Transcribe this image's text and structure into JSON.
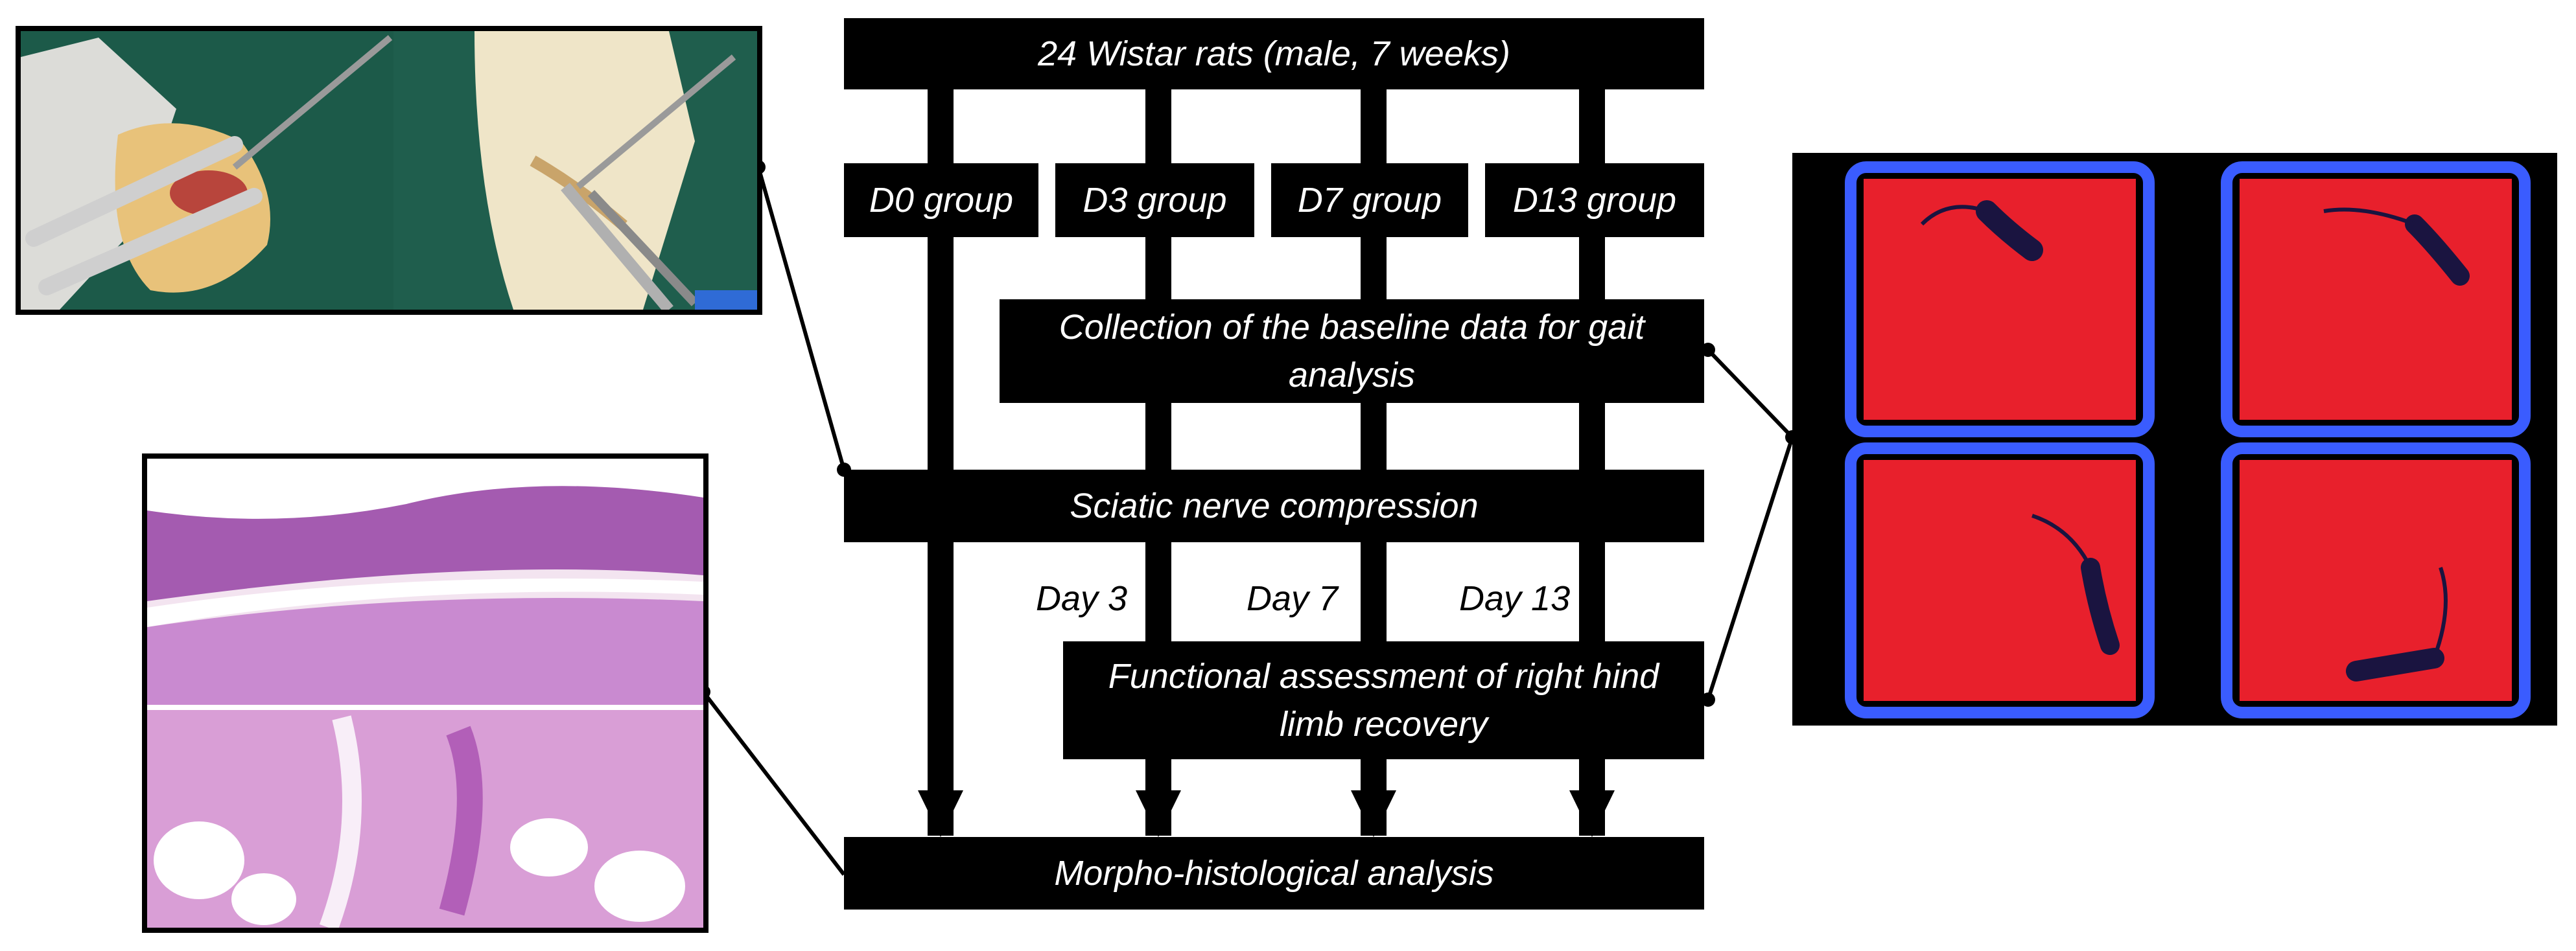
{
  "title_box": "24 Wistar rats (male, 7 weeks)",
  "groups": [
    "D0 group",
    "D3 group",
    "D7 group",
    "D13 group"
  ],
  "baseline_box": "Collection of the baseline data for gait analysis",
  "compression_box": "Sciatic nerve compression",
  "day_labels": [
    "Day 3",
    "Day 7",
    "Day 13"
  ],
  "functional_box": "Functional assessment of right hind limb recovery",
  "final_box": "Morpho-histological analysis",
  "colors": {
    "box": "#000000",
    "box_text": "#ffffff",
    "arena_red": "#e8202c",
    "arena_glow": "#3a5cff",
    "tissue": "#c77ec8"
  }
}
